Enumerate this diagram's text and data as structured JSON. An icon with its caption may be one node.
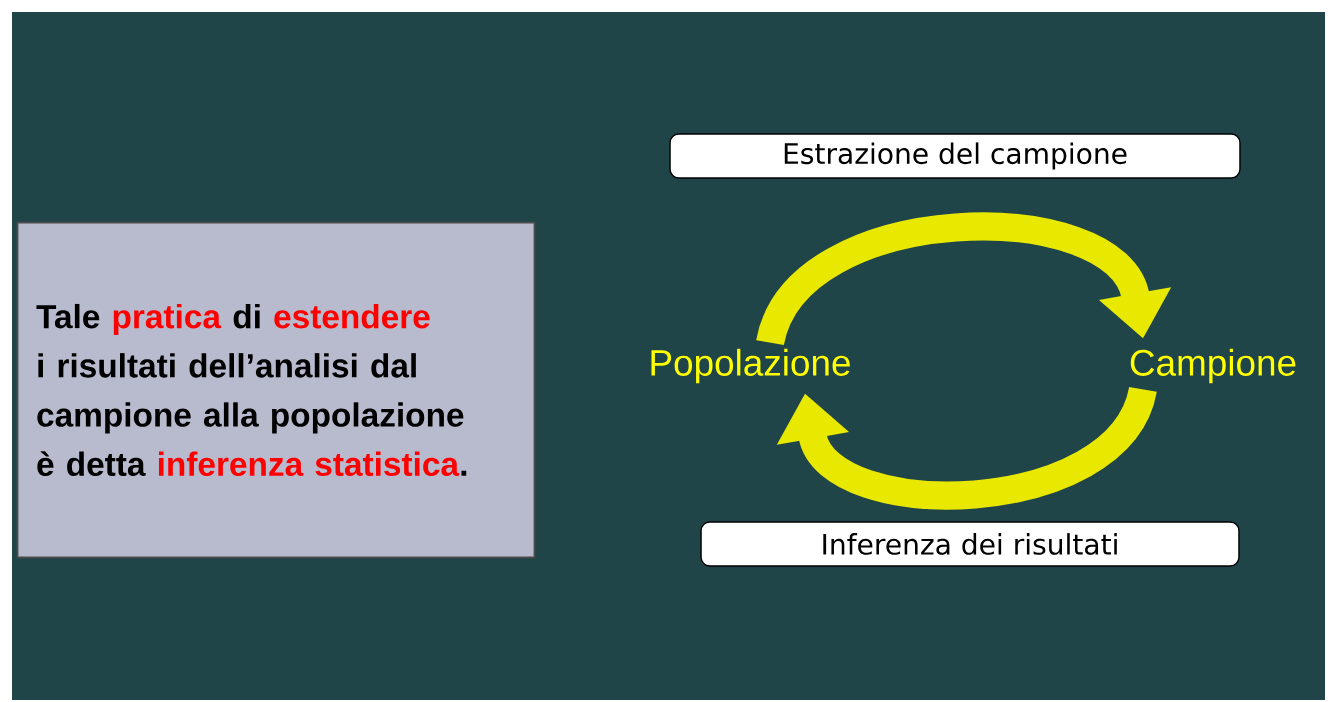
{
  "diagram": {
    "nodes": [
      {
        "text": [
          "Tale **pratica** di **estendere** i risultati dell’analisi dal campione alla popolazione è detta **inferenza statistica**."
        ]
      },
      {
        "text": [
          "Estrazione  del  campione"
        ]
      },
      {
        "text": [
          "Popolazione"
        ]
      },
      {
        "text": [
          "Campione"
        ]
      },
      {
        "text": [
          "Inferenza dei risultati"
        ]
      }
    ],
    "edges": [
      {
        "from": 2,
        "to": 3,
        "arrow": "to"
      },
      {
        "from": 3,
        "to": 2,
        "arrow": "to"
      }
    ]
  }
}
